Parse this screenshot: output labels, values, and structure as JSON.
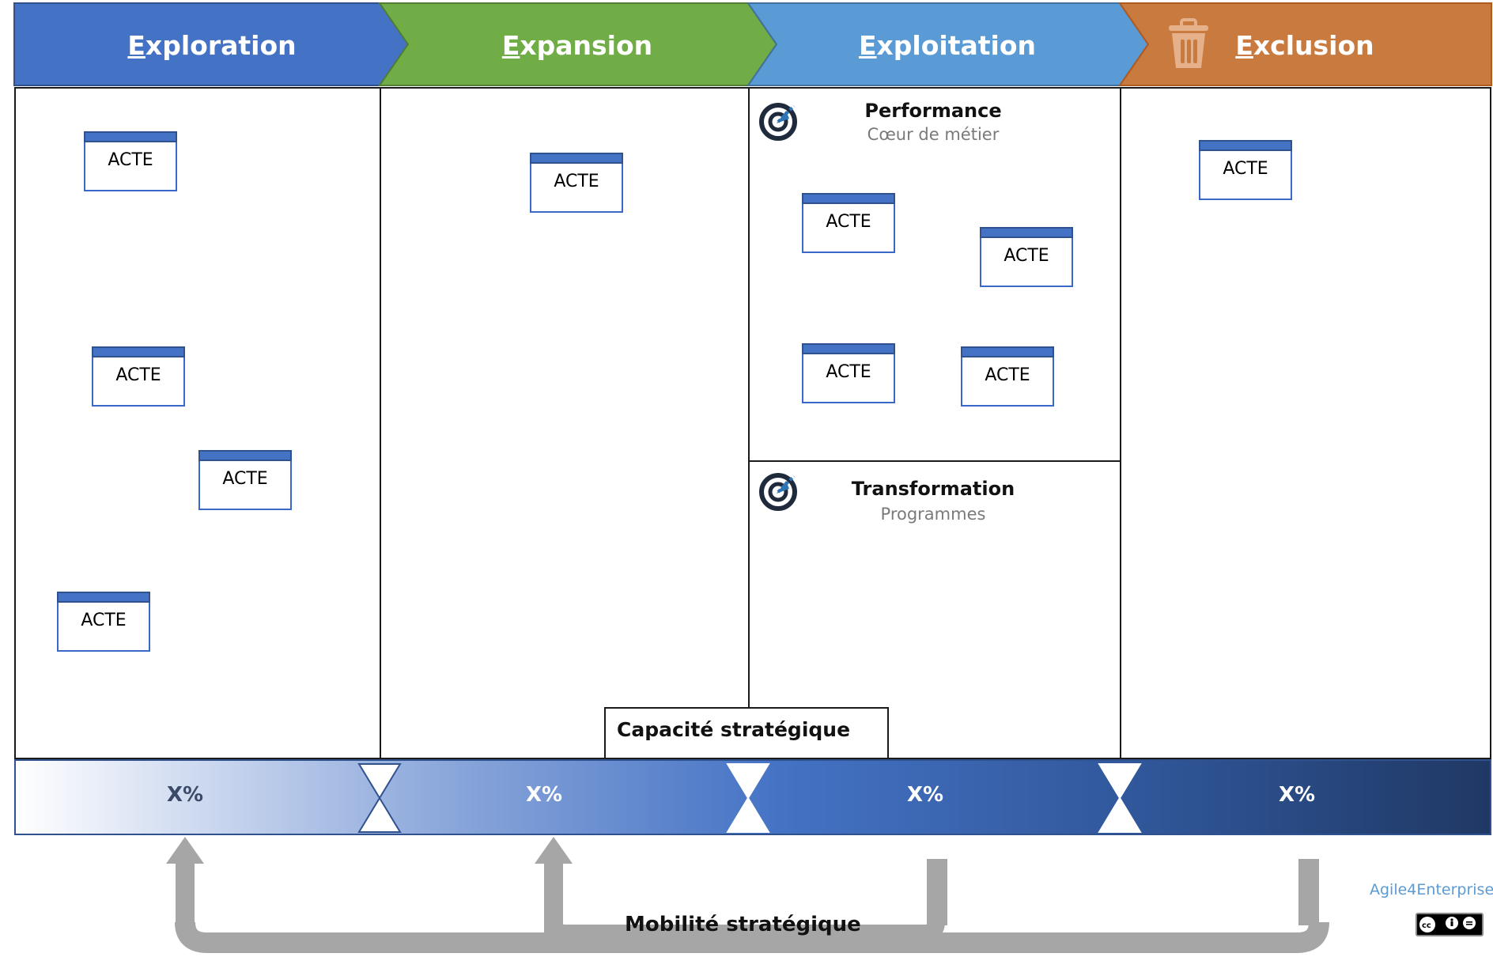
{
  "phases": [
    {
      "id": "exploration",
      "label": "Exploration",
      "color": "#4472c4"
    },
    {
      "id": "expansion",
      "label": "Expansion",
      "color": "#70ad47"
    },
    {
      "id": "exploitation",
      "label": "Exploitation",
      "color": "#5b9bd5"
    },
    {
      "id": "exclusion",
      "label": "Exclusion",
      "color": "#c97a3f"
    }
  ],
  "card_label": "ACTE",
  "exploitation": {
    "performance": {
      "title": "Performance",
      "subtitle": "Cœur de métier"
    },
    "transformation": {
      "title": "Transformation",
      "subtitle": "Programmes"
    }
  },
  "capacity_label": "Capacité stratégique",
  "percentages": [
    "X%",
    "X%",
    "X%",
    "X%"
  ],
  "mobility_label": "Mobilité stratégique",
  "brand": "Agile4Enterprise",
  "license_icon": "cc-by-nd-icon"
}
